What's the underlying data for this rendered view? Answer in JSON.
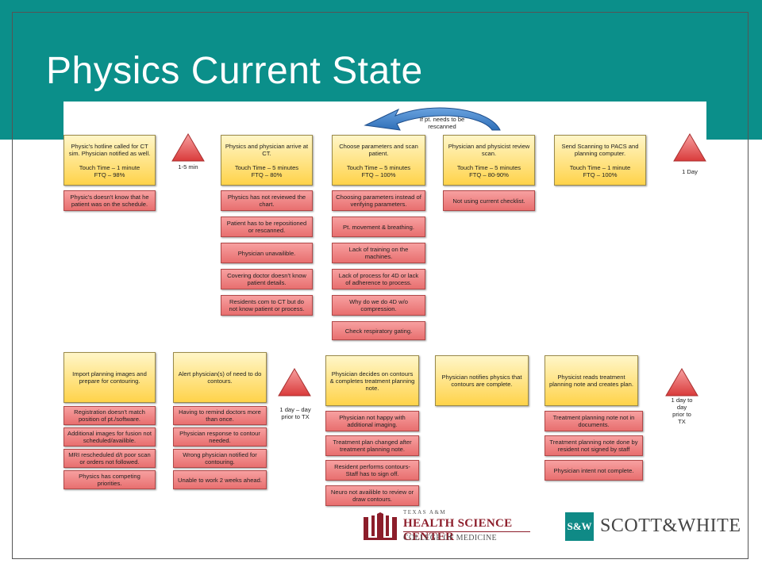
{
  "slide": {
    "title": "Physics Current State"
  },
  "diagram": {
    "rescan_label": "If pt. needs to be\nrescanned",
    "row1": {
      "steps": [
        "Physic's hotline called for CT sim.  Physician notified as well.\n\nTouch Time – 1 minute\nFTQ – 98%",
        "Physics and physician arrive at CT.\n\nTouch Time – 5 minutes\nFTQ – 80%",
        "Choose parameters and scan patient.\n\nTouch Time – 5 minutes\nFTQ – 100%",
        "Physician and physicist review scan.\n\nTouch Time – 5 minutes\nFTQ – 80-90%",
        "Send Scanning to PACS and planning computer.\n\nTouch Time – 1 minute\nFTQ – 100%"
      ],
      "delays": [
        "1-5 min",
        "1 Day"
      ],
      "issues": [
        [
          "Physic's doesn't know that he patient was on the schedule."
        ],
        [
          "Physics has not reviewed the chart.",
          "Patient has to be repositioned or rescanned.",
          "Physician unavailible.",
          "Covering doctor doesn't know patient details.",
          "Residents com to CT but do not know patient or process."
        ],
        [
          "Choosing parameters instead of verifying parameters.",
          "Pt. movement & breathing.",
          "Lack of training on the machines.",
          "Lack of process for 4D or lack of adherence to process.",
          "Why do we do 4D w/o compression.",
          "Check respiratory gating."
        ],
        [
          "Not using current checklist."
        ]
      ]
    },
    "row2": {
      "steps": [
        "Import planning images and prepare for contouring.",
        "Alert physician(s) of need to do contours.",
        "Physician decides on contours & completes treatment planning note.",
        "Physician notifies physics that contours are complete.",
        "Physicist reads treatment planning note and creates plan."
      ],
      "delays": [
        "1 day – day\nprior to TX",
        "1 day to\nday\nprior to\nTX"
      ],
      "issues": [
        [
          "Registration doesn't match position of pt./software.",
          "Additional images for fusion not scheduled/availible.",
          "MRI rescheduled d/t poor scan or orders not followed.",
          "Physics has competing priorities."
        ],
        [
          "Having to remind doctors more than once.",
          "Physician response to contour needed.",
          "Wrong physician notified for contouring.",
          "Unable to work 2 weeks ahead."
        ],
        [
          "Physician not happy with additional imaging.",
          "Treatment plan changed after treatment planning note.",
          "Resident performs contours- Staff has to sign off.",
          "Neuro not availible to review or draw contours."
        ],
        [
          "Treatment planning note not in documents.",
          "Treatment planning note done by resident not signed by staff",
          "Physician intent not complete."
        ]
      ]
    }
  },
  "logos": {
    "tam_small": "TEXAS A&M",
    "tam_big": "HEALTH SCIENCE CENTER",
    "tam_sub": "COLLEGE OF MEDICINE",
    "sw_mark": "S&W",
    "sw_text": "SCOTT&WHITE"
  },
  "colors": {
    "band": "#0b8f8a",
    "step_fill": "#ffd34a",
    "issue_fill": "#e86f6f",
    "arrow": "#2f6fb8",
    "delay_triangle": "#d93a3a"
  }
}
